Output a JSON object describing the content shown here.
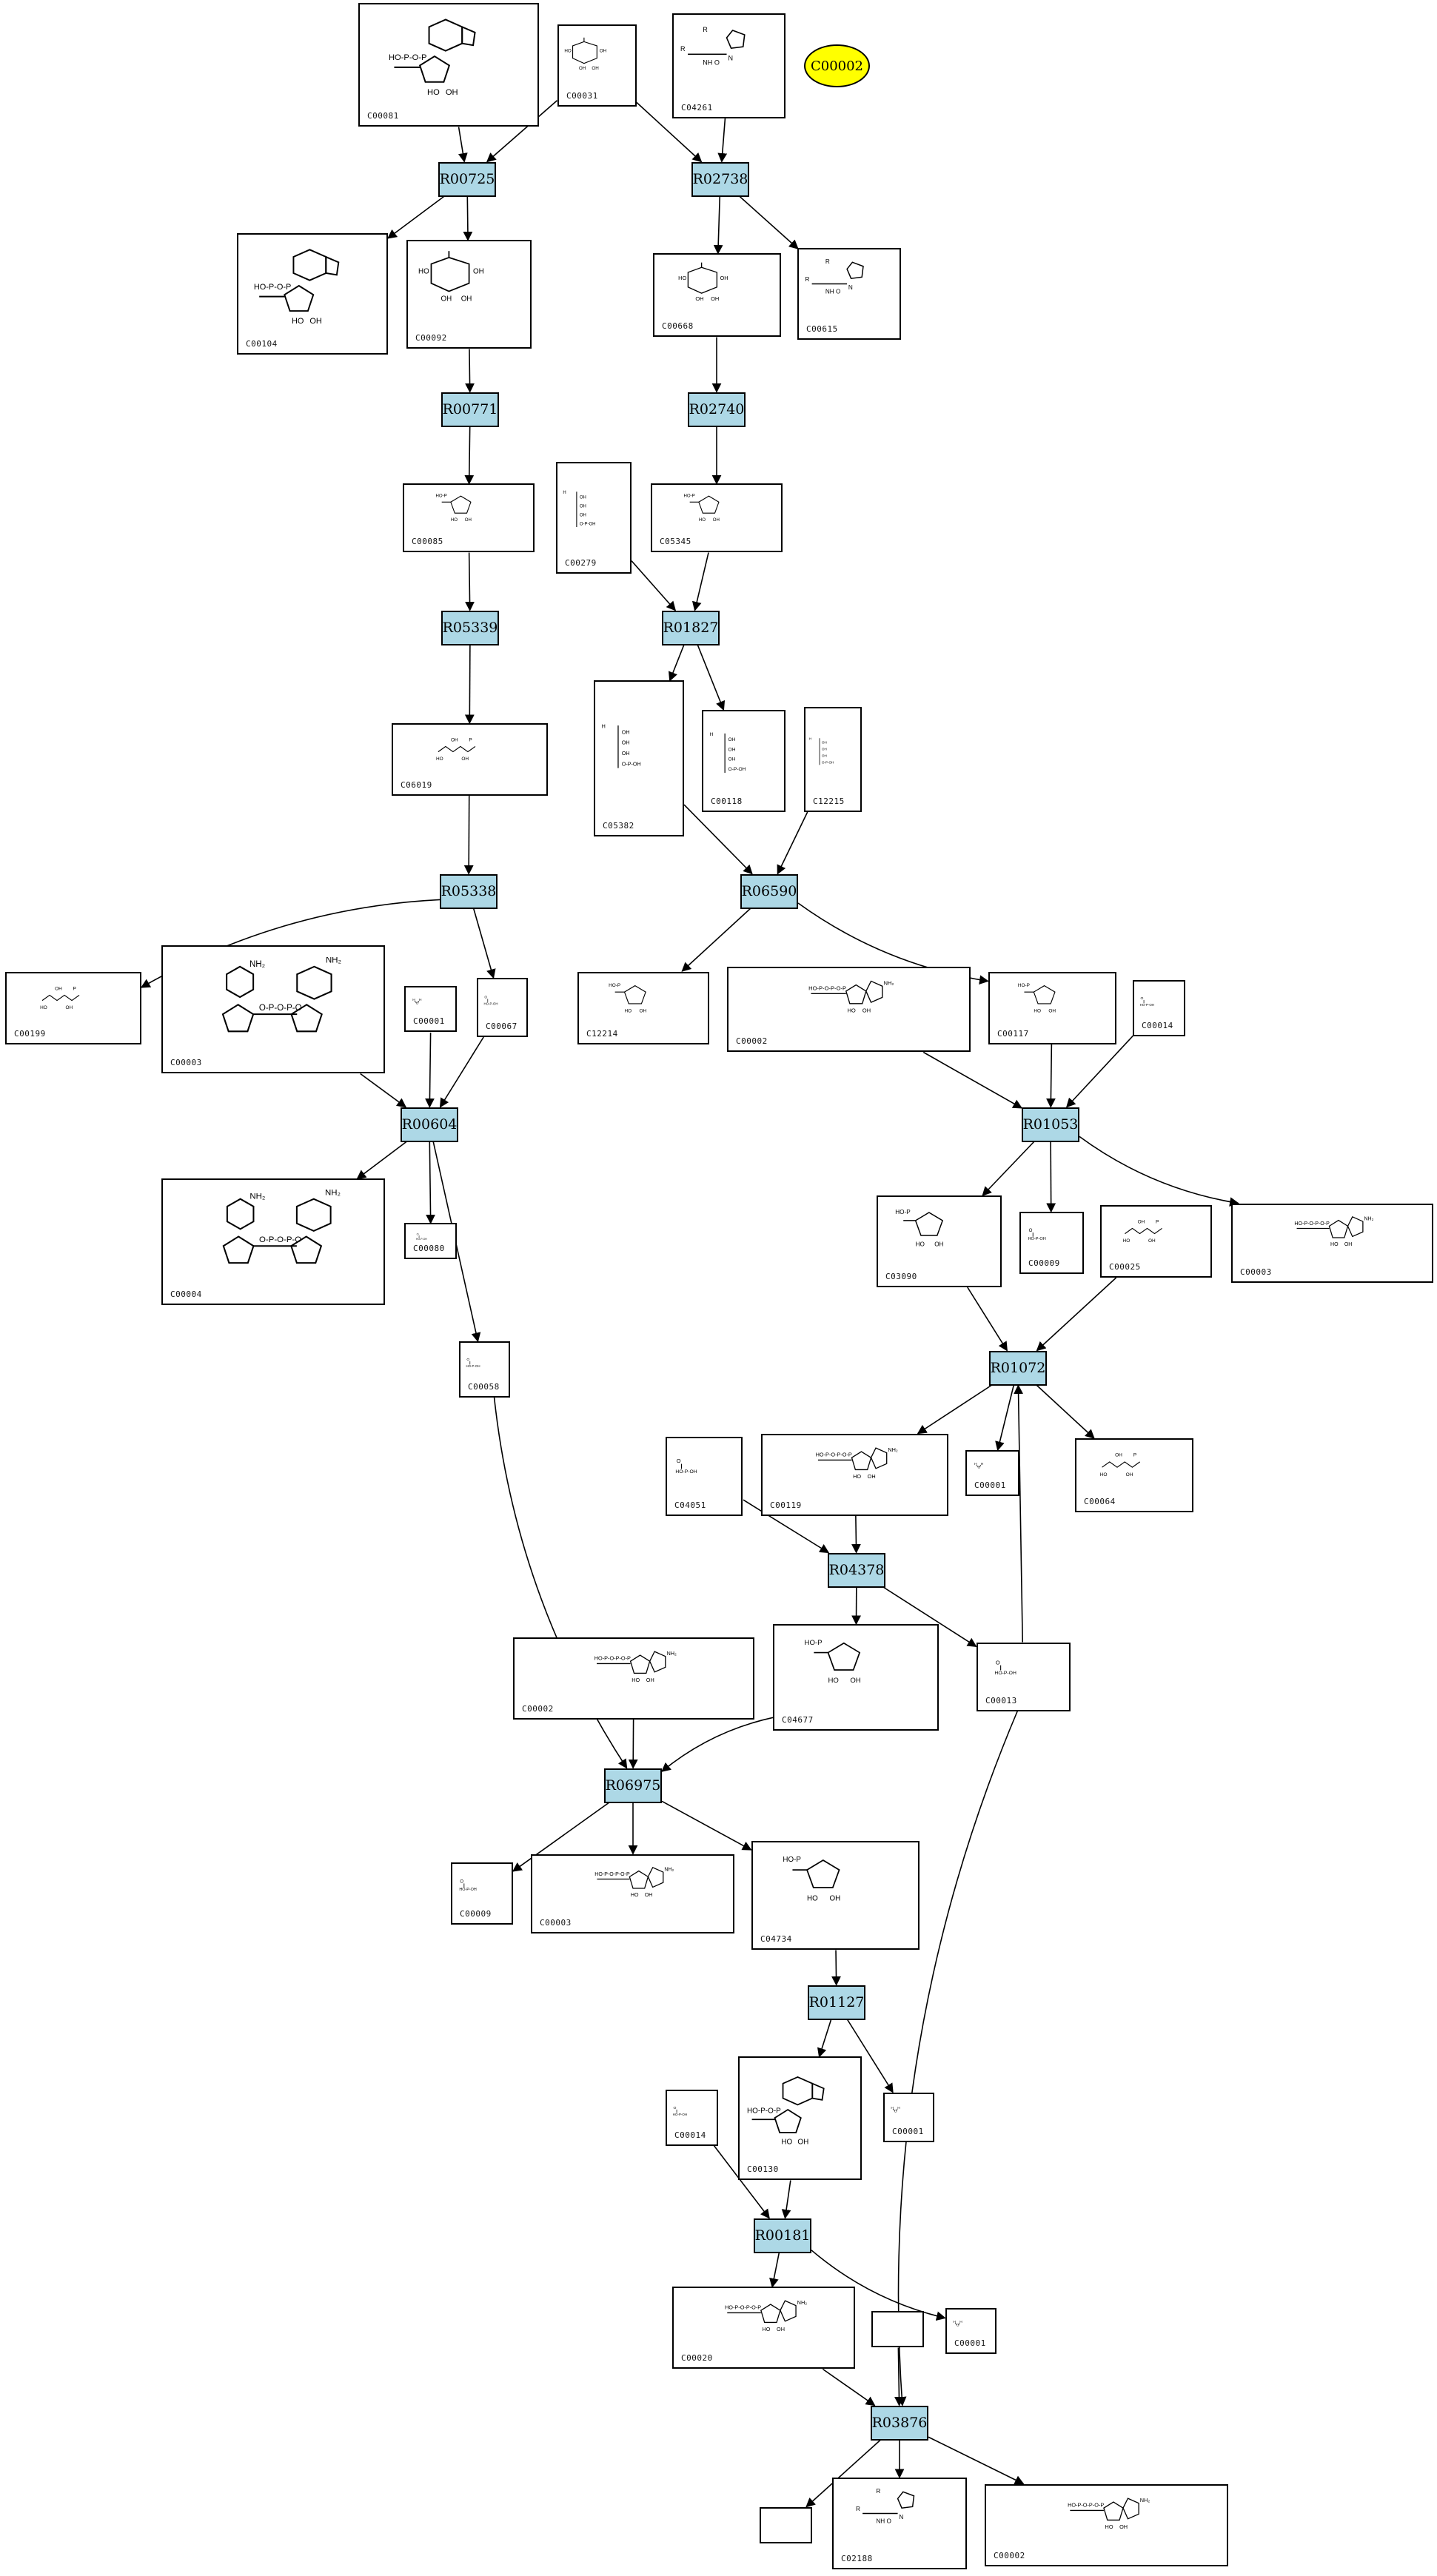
{
  "diagram": {
    "highlight_compound": {
      "id": "C00002",
      "color": "#ffff00"
    },
    "reaction_color": "#add8e6",
    "reactions": [
      "R00725",
      "R02738",
      "R00771",
      "R02740",
      "R05339",
      "R01827",
      "R05338",
      "R06590",
      "R00604",
      "R01053",
      "R01072",
      "R04378",
      "R06975",
      "R01127",
      "R00181",
      "R03876"
    ],
    "compounds": [
      "C00081",
      "C00031",
      "C04261",
      "C00104",
      "C00092",
      "C00668",
      "C00615",
      "C00085",
      "C05345",
      "C00279",
      "C06019",
      "C05382",
      "C00118",
      "C12215",
      "C00199",
      "C00003",
      "C00001",
      "C00067",
      "C12214",
      "C00002",
      "C00117",
      "C00014",
      "C00004",
      "C00080",
      "C03090",
      "C00009",
      "C00025",
      "C00003",
      "C00058",
      "C04051",
      "C00119",
      "C00001",
      "C00064",
      "C00002",
      "C04677",
      "C00013",
      "C00009",
      "C00003",
      "C04734",
      "C00130",
      "C00001",
      "C00014",
      "C00020",
      "C00001",
      "C02188",
      "C00002"
    ],
    "edges": [
      [
        "C00081",
        "R00725"
      ],
      [
        "C00031",
        "R00725"
      ],
      [
        "C00031",
        "R02738"
      ],
      [
        "C04261",
        "R02738"
      ],
      [
        "R00725",
        "C00104"
      ],
      [
        "R00725",
        "C00092"
      ],
      [
        "R02738",
        "C00668"
      ],
      [
        "R02738",
        "C00615"
      ],
      [
        "C00092",
        "R00771"
      ],
      [
        "C00668",
        "R02740"
      ],
      [
        "R00771",
        "C00085"
      ],
      [
        "R02740",
        "C05345"
      ],
      [
        "C00085",
        "R05339"
      ],
      [
        "C00279",
        "R01827"
      ],
      [
        "C05345",
        "R01827"
      ],
      [
        "R05339",
        "C06019"
      ],
      [
        "R01827",
        "C05382"
      ],
      [
        "R01827",
        "C00118"
      ],
      [
        "C06019",
        "R05338"
      ],
      [
        "C05382",
        "R06590"
      ],
      [
        "C12215",
        "R06590"
      ],
      [
        "R05338",
        "C00199"
      ],
      [
        "R05338",
        "C00067"
      ],
      [
        "R06590",
        "C12214"
      ],
      [
        "R06590",
        "C00117"
      ],
      [
        "C00003",
        "R00604"
      ],
      [
        "C00001",
        "R00604"
      ],
      [
        "C00067",
        "R00604"
      ],
      [
        "C00002a",
        "R01053"
      ],
      [
        "C00117",
        "R01053"
      ],
      [
        "C00014",
        "R01053"
      ],
      [
        "R00604",
        "C00004"
      ],
      [
        "R00604",
        "C00080"
      ],
      [
        "R00604",
        "C00058"
      ],
      [
        "R01053",
        "C03090"
      ],
      [
        "R01053",
        "C00009"
      ],
      [
        "R01053",
        "C00003b"
      ],
      [
        "C03090",
        "R01072"
      ],
      [
        "C00025",
        "R01072"
      ],
      [
        "R01072",
        "C00119"
      ],
      [
        "R01072",
        "C00001b"
      ],
      [
        "R01072",
        "C00064"
      ],
      [
        "C04051",
        "R04378"
      ],
      [
        "C00119",
        "R04378"
      ],
      [
        "R04378",
        "C04677"
      ],
      [
        "R04378",
        "C00013"
      ],
      [
        "C00013",
        "R01072"
      ],
      [
        "C00058",
        "R06975"
      ],
      [
        "C00002b",
        "R06975"
      ],
      [
        "C04677",
        "R06975"
      ],
      [
        "R06975",
        "C00009b"
      ],
      [
        "R06975",
        "C00003c"
      ],
      [
        "R06975",
        "C04734"
      ],
      [
        "C04734",
        "R01127"
      ],
      [
        "R01127",
        "C00130"
      ],
      [
        "R01127",
        "C00001c"
      ],
      [
        "C00014b",
        "R00181"
      ],
      [
        "C00130",
        "R00181"
      ],
      [
        "R00181",
        "C00020"
      ],
      [
        "R00181",
        "C00001d"
      ],
      [
        "C00020",
        "R03876"
      ],
      [
        "X1",
        "R03876"
      ],
      [
        "C00013",
        "R03876"
      ],
      [
        "R03876",
        "X2"
      ],
      [
        "R03876",
        "C02188"
      ],
      [
        "R03876",
        "C00002c"
      ]
    ]
  }
}
